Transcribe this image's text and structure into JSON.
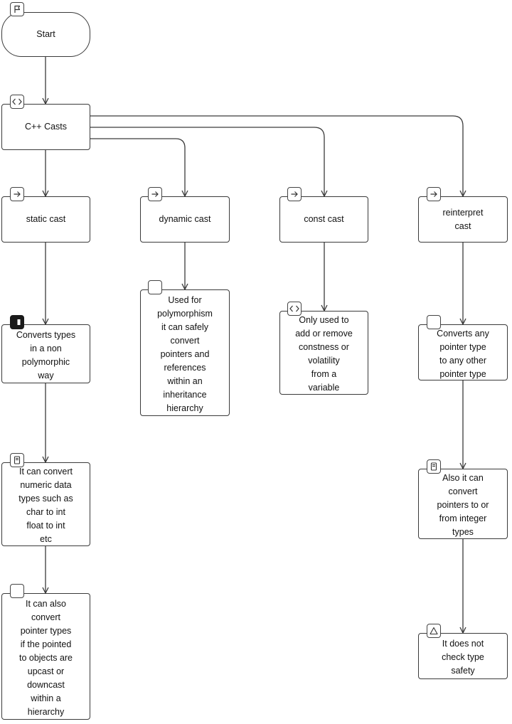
{
  "nodes": {
    "start": {
      "label": "Start",
      "icon": "flag-icon"
    },
    "casts": {
      "label": "C++ Casts",
      "icon": "code-brackets-icon"
    },
    "static": {
      "label": "static cast",
      "icon": "arrow-right-icon"
    },
    "dynamic": {
      "label": "dynamic cast",
      "icon": "arrow-right-icon"
    },
    "const": {
      "label": "const cast",
      "icon": "arrow-right-icon"
    },
    "reinterpret": {
      "label": "reinterpret\ncast",
      "icon": "arrow-right-icon"
    },
    "static_desc1": {
      "label": "Converts types\nin a non\npolymorphic\nway",
      "icon": "filled-square-icon"
    },
    "static_desc2": {
      "label": "It can convert\nnumeric data\ntypes such as\nchar to int\nfloat to int\netc",
      "icon": "document-icon"
    },
    "static_desc3": {
      "label": "It can also\nconvert\npointer types\nif the pointed\nto objects are\nupcast or\ndowncast\nwithin a\nhierarchy",
      "icon": "blank-square-icon"
    },
    "dynamic_desc": {
      "label": "Used for\npolymorphism\nit can safely\nconvert\npointers and\nreferences\nwithin an\ninheritance\nhierarchy",
      "icon": "blank-square-icon"
    },
    "const_desc": {
      "label": "Only used to\nadd or remove\nconstness or\nvolatility\nfrom a\nvariable",
      "icon": "code-brackets-icon"
    },
    "reinterpret_desc1": {
      "label": "Converts any\npointer type\nto any other\npointer type",
      "icon": "blank-square-icon"
    },
    "reinterpret_desc2": {
      "label": "Also it can\nconvert\npointers to or\nfrom integer\ntypes",
      "icon": "document-icon"
    },
    "reinterpret_desc3": {
      "label": "It does not\ncheck type\nsafety",
      "icon": "warning-triangle-icon"
    }
  },
  "edges": [
    {
      "from": "start",
      "to": "casts"
    },
    {
      "from": "casts",
      "to": "static"
    },
    {
      "from": "casts",
      "to": "dynamic"
    },
    {
      "from": "casts",
      "to": "const"
    },
    {
      "from": "casts",
      "to": "reinterpret"
    },
    {
      "from": "static",
      "to": "static_desc1"
    },
    {
      "from": "static_desc1",
      "to": "static_desc2"
    },
    {
      "from": "static_desc2",
      "to": "static_desc3"
    },
    {
      "from": "dynamic",
      "to": "dynamic_desc"
    },
    {
      "from": "const",
      "to": "const_desc"
    },
    {
      "from": "reinterpret",
      "to": "reinterpret_desc1"
    },
    {
      "from": "reinterpret_desc1",
      "to": "reinterpret_desc2"
    },
    {
      "from": "reinterpret_desc2",
      "to": "reinterpret_desc3"
    }
  ],
  "colors": {
    "stroke": "#3a3a3a",
    "background": "#ffffff",
    "text": "#111111"
  }
}
